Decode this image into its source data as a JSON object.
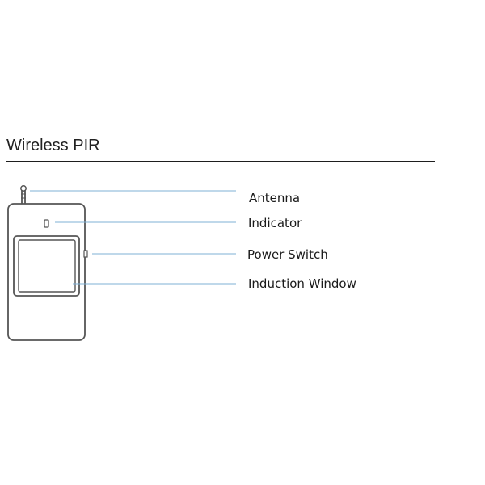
{
  "title": "Wireless PIR",
  "labels": {
    "antenna": "Antenna",
    "indicator": "Indicator",
    "power_switch": "Power Switch",
    "induction_window": "Induction Window"
  },
  "colors": {
    "callout_line": "#7fb1d6",
    "device_outline": "#555555",
    "rule": "#1e1e1e"
  }
}
